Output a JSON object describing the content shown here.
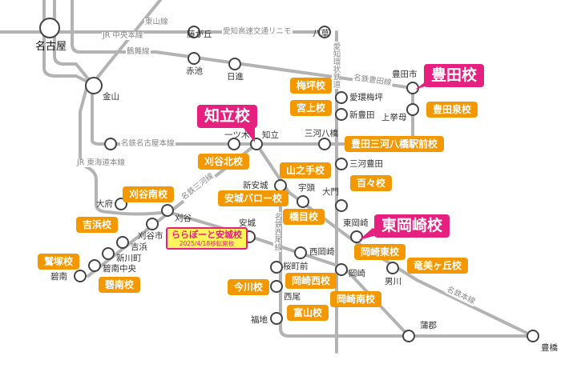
{
  "colors": {
    "line": "#b3b3b3",
    "station_stroke": "#444444",
    "school_orange": "#f39800",
    "school_main_pink": "#e6207e",
    "special_bg": "#fff45c"
  },
  "line_names": {
    "higashiyama": "東山線",
    "linimo": "愛知高速交通リニモ",
    "chuo": "JR 中央本線",
    "tsurumai": "鶴舞線",
    "aikan": "愛知環状鉄道",
    "toyota": "名鉄豊田線",
    "meitetsu_nagoya": "名鉄名古屋本線",
    "tokaido": "JR 東海道本線",
    "mikawa": "名鉄三河線",
    "nishio": "名鉄西尾線",
    "honsen": "名鉄本線"
  },
  "stations": {
    "nagoya": "名古屋",
    "kanayama": "金山",
    "fujigaoka": "藤が丘",
    "yakusa": "八草",
    "akaike": "赤池",
    "nisshin": "日進",
    "toyotashi": "豊田市",
    "kamikoromo": "上挙母",
    "aikan_umetsubo": "愛環梅坪",
    "shintoyota": "新豊田",
    "mikawa_yahashi": "三河八橋",
    "mikawa_toyota": "三河豊田",
    "hitotsugi": "一ツ木",
    "chiryu": "知立",
    "obu": "大府",
    "kariya": "刈谷",
    "kariyashi": "刈谷市",
    "yoshihama": "吉浜",
    "shinkawamachi": "新川町",
    "hekinan_chuo": "碧南中央",
    "hekinan": "碧南",
    "shin_anjo": "新安城",
    "uto": "宇頭",
    "daimon": "大門",
    "anjo": "安城",
    "higashi_okazaki": "東岡崎",
    "nishi_okazaki": "西岡崎",
    "sakuramachimae": "桜町前",
    "okazaki": "岡崎",
    "otogawa": "男川",
    "nishio": "西尾",
    "fukuchi": "福地",
    "gamagori": "蒲郡",
    "toyohashi": "豊橋"
  },
  "schools": {
    "toyota": "豊田校",
    "chiryu": "知立校",
    "higashi_okazaki": "東岡崎校",
    "umetsubo": "梅坪校",
    "miyaue": "宮上校",
    "toyota_izumi": "豊田泉校",
    "toyota_mikawa_yahashi": "豊田三河八橋駅前校",
    "kariya_kita": "刈谷北校",
    "yamanote": "山之手校",
    "momo": "百々校",
    "anjo_barrow": "安城バロー校",
    "hashime": "橋目校",
    "kariya_minami": "刈谷南校",
    "yoshihama": "吉浜校",
    "washizuka": "鷲塚校",
    "hekinan": "碧南校",
    "okazaki_higashi": "岡崎東校",
    "tatsumigaoka": "竜美ヶ丘校",
    "okazaki_nishi": "岡崎西校",
    "okazaki_minami": "岡崎南校",
    "imagawa": "今川校",
    "tomiyama": "富山校",
    "lalaport_anjo": "ららぽーと安城校",
    "lalaport_note": "2025/4/18移転開校"
  }
}
